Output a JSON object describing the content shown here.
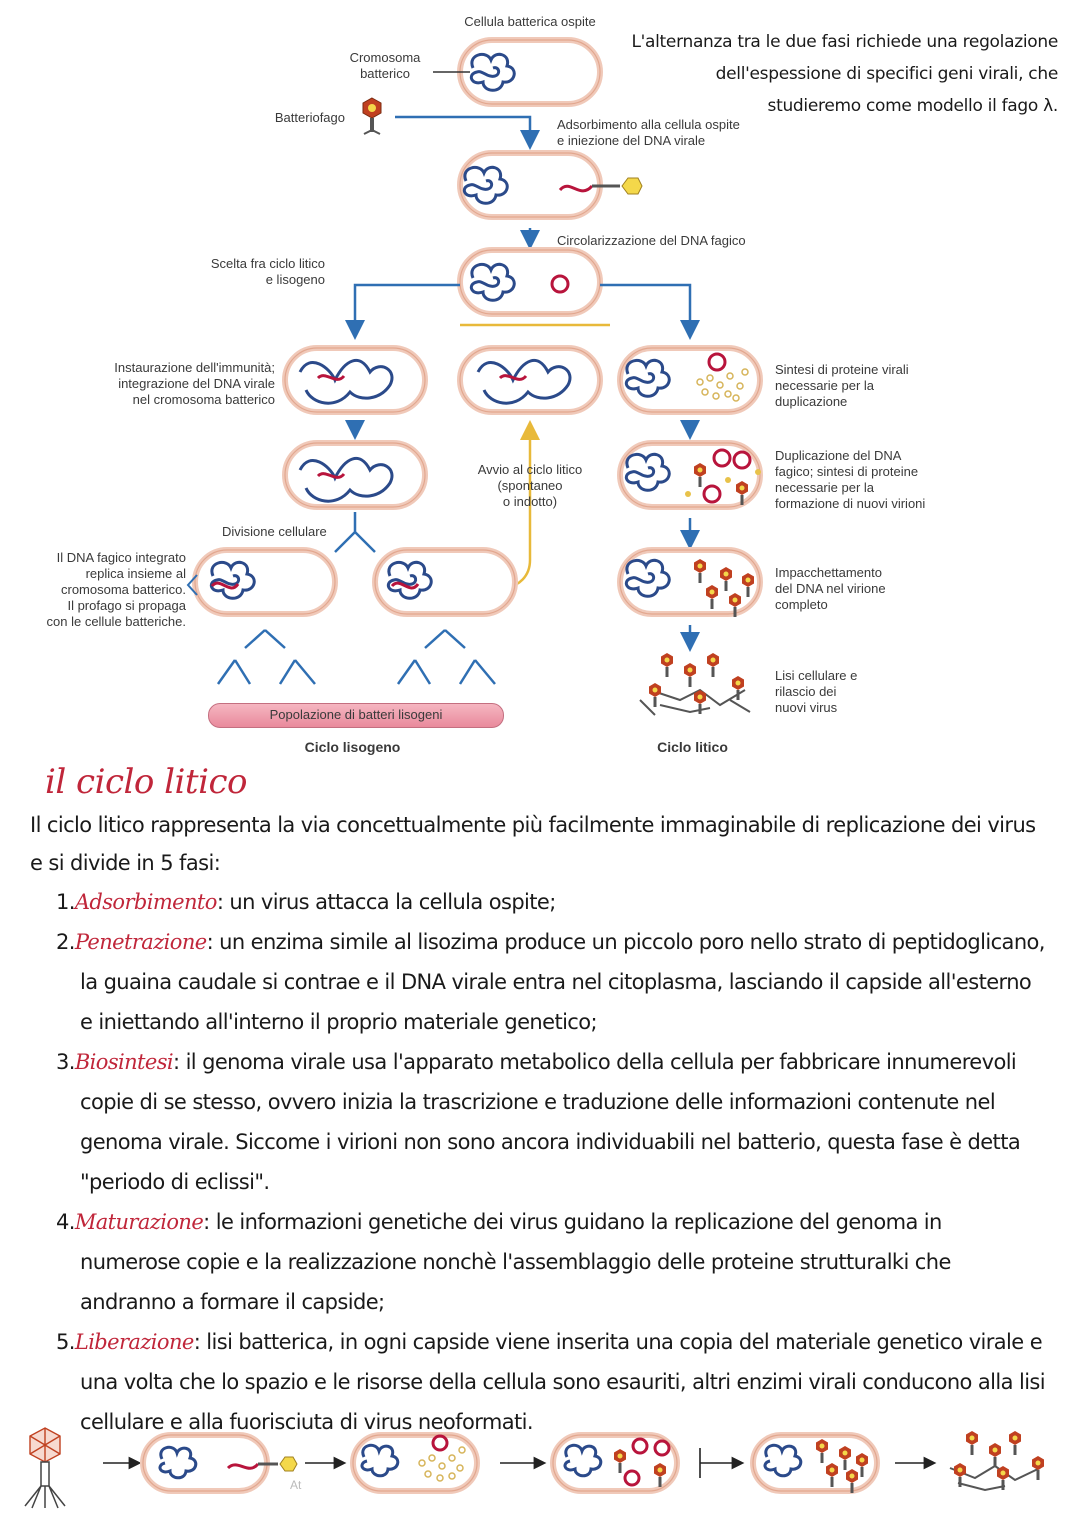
{
  "diagram": {
    "labels": {
      "host_cell": "Cellula batterica ospite",
      "bacterial_chromosome": "Cromosoma\nbatterico",
      "bacteriophage": "Batteriofago",
      "adsorption": "Adsorbimento alla cellula ospite\ne iniezione del DNA virale",
      "circularization": "Circolarizzazione del DNA fagico",
      "choice": "Scelta fra ciclo litico\ne lisogeno",
      "immunity": "Instaurazione dell'immunità;\nintegrazione del DNA virale\nnel cromosoma batterico",
      "lytic_start": "Avvio al ciclo litico\n(spontaneo\no indotto)",
      "protein_synthesis": "Sintesi di proteine virali\nnecessarie per la\nduplicazione",
      "dna_duplication": "Duplicazione del DNA\nfagico; sintesi di proteine\nnecessarie per la\nformazione di nuovi virioni",
      "cell_division": "Divisione cellulare",
      "prophage": "Il DNA fagico integrato\nreplica insieme al\ncromosoma batterico.\nIl profago si propaga\ncon le cellule batteriche.",
      "packaging": "Impacchettamento\ndel DNA nel virione\ncompleto",
      "lysis": "Lisi cellulare e\nrilascio dei\nnuovi virus",
      "population": "Popolazione di batteri lisogeni",
      "lysogenic_cycle": "Ciclo lisogeno",
      "lytic_cycle": "Ciclo litico"
    }
  },
  "note": "L'alternanza tra le due fasi richiede una regolazione dell'espessione di specifici geni virali, che studieremo come modello il fago λ.",
  "section": {
    "title": "il ciclo litico",
    "intro": "Il ciclo litico rappresenta la via concettualmente più facilmente immaginabile di replicazione dei virus e si divide in 5 fasi:",
    "steps": [
      {
        "num": "1.",
        "term": "Adsorbimento",
        "text": ": un virus attacca la cellula ospite;"
      },
      {
        "num": "2.",
        "term": "Penetrazione",
        "text": ": un enzima simile al lisozima produce un piccolo poro nello strato di peptidoglicano, la guaina caudale si contrae e il DNA virale entra nel citoplasma, lasciando il capside all'esterno e iniettando all'interno il proprio materiale genetico;"
      },
      {
        "num": "3.",
        "term": "Biosintesi",
        "text": ": il genoma virale usa l'apparato metabolico della cellula per fabbricare innumerevoli copie di se stesso, ovvero inizia la trascrizione e traduzione delle informazioni contenute nel genoma virale. Siccome i virioni non sono ancora individuabili nel batterio, questa fase è detta \"periodo di eclissi\"."
      },
      {
        "num": "4.",
        "term": "Maturazione",
        "text": ": le informazioni genetiche dei virus guidano la replicazione del genoma in numerose copie e la realizzazione nonchè l'assemblaggio delle proteine strutturalki che andranno a formare il capside;"
      },
      {
        "num": "5.",
        "term": "Liberazione",
        "text": ": lisi batterica, in ogni capside viene inserita una copia del materiale genetico virale e una volta che lo spazio e le risorse della cellula sono esauriti, altri enzimi virali conducono alla lisi cellulare e alla fuorisciuta di virus neoformati."
      }
    ]
  },
  "watermark": "At",
  "colors": {
    "accent_red": "#c0263a",
    "arrow_blue": "#2f6fb3",
    "arrow_yellow": "#e8b93a",
    "cell_fill": "#ffffff",
    "cell_border": "#f0c9b9",
    "dna_blue": "#2b4a8a",
    "dna_red": "#b8143c"
  }
}
